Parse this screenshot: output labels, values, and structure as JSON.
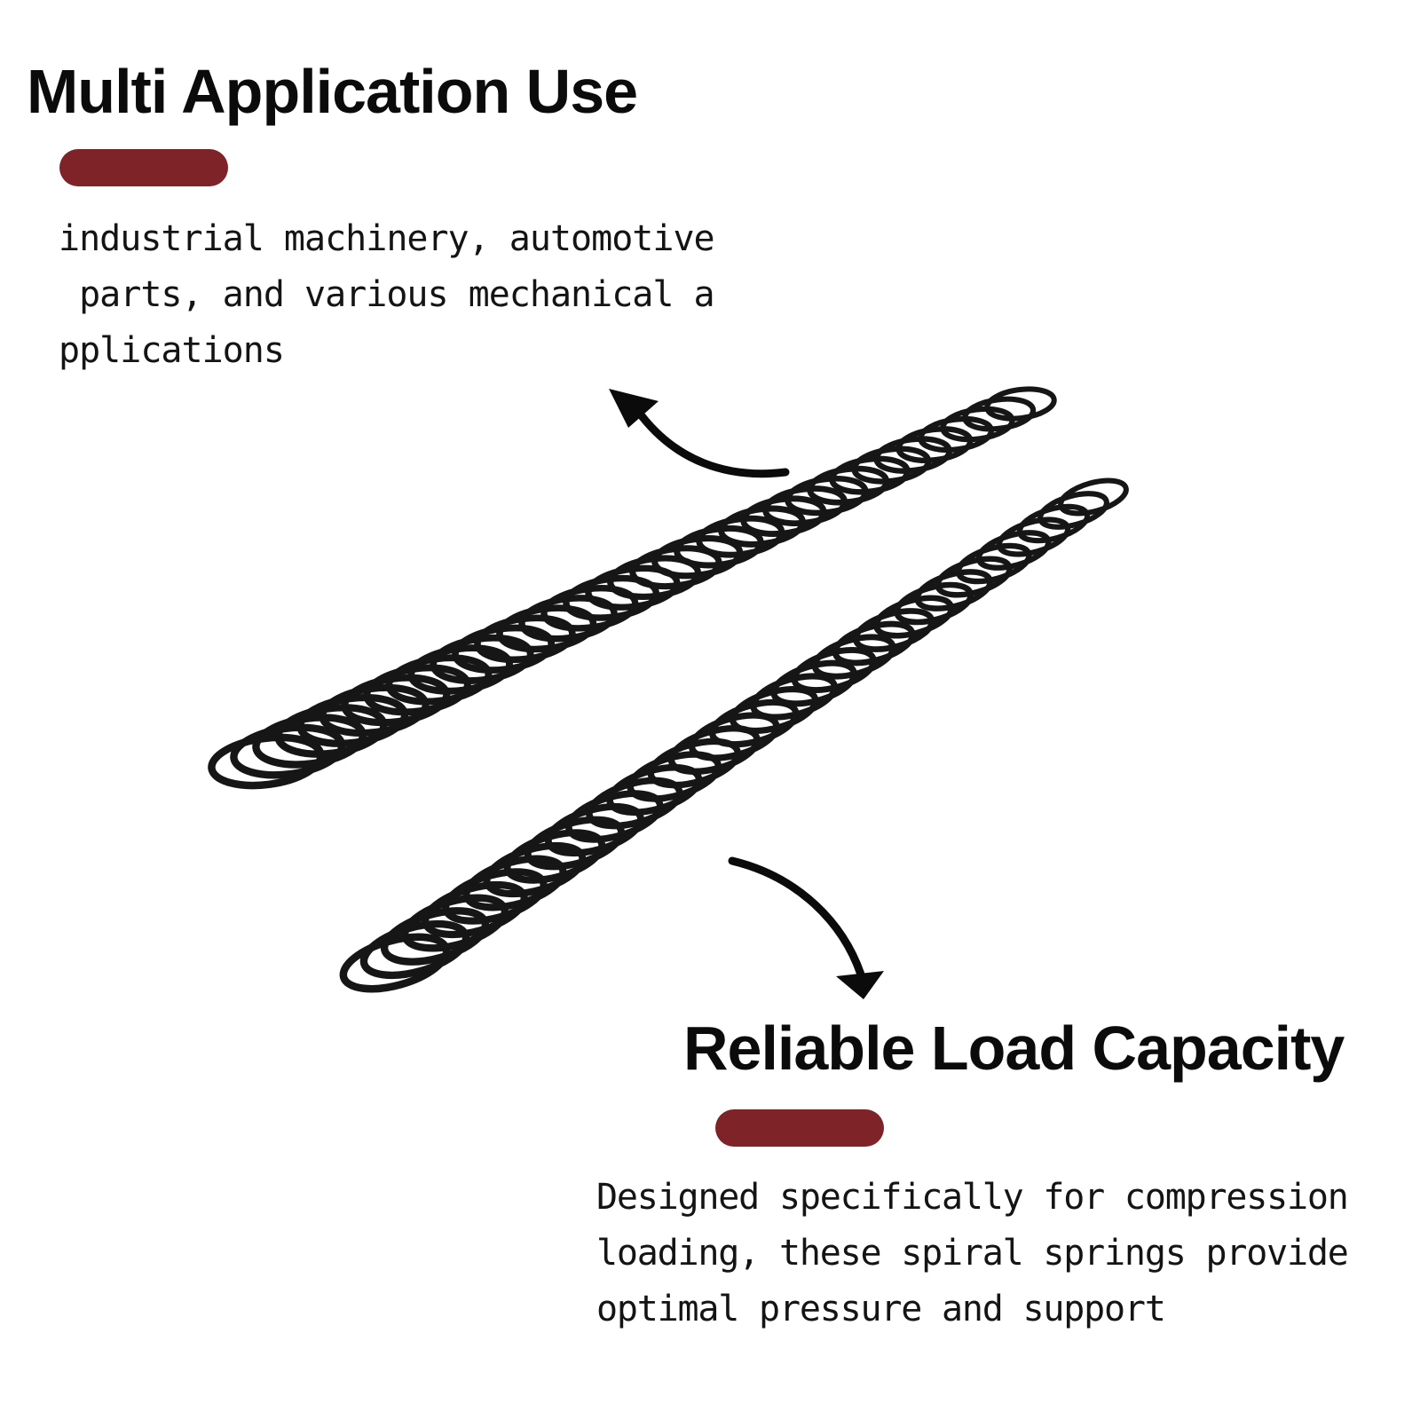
{
  "colors": {
    "background": "#ffffff",
    "accent": "#7e2328",
    "text": "#0b0b0b",
    "spring": "#161616"
  },
  "sections": [
    {
      "title": "Multi Application Use",
      "description_lines": [
        "industrial machinery, automotive",
        " parts, and various mechanical a",
        "pplications"
      ]
    },
    {
      "title": "Reliable Load Capacity",
      "description_lines": [
        "Designed specifically for compression",
        "loading, these spiral springs provide",
        "optimal pressure and support"
      ]
    }
  ],
  "icons": {
    "arrow_up": "curved-arrow-up-left-icon",
    "arrow_down": "curved-arrow-down-right-icon"
  }
}
